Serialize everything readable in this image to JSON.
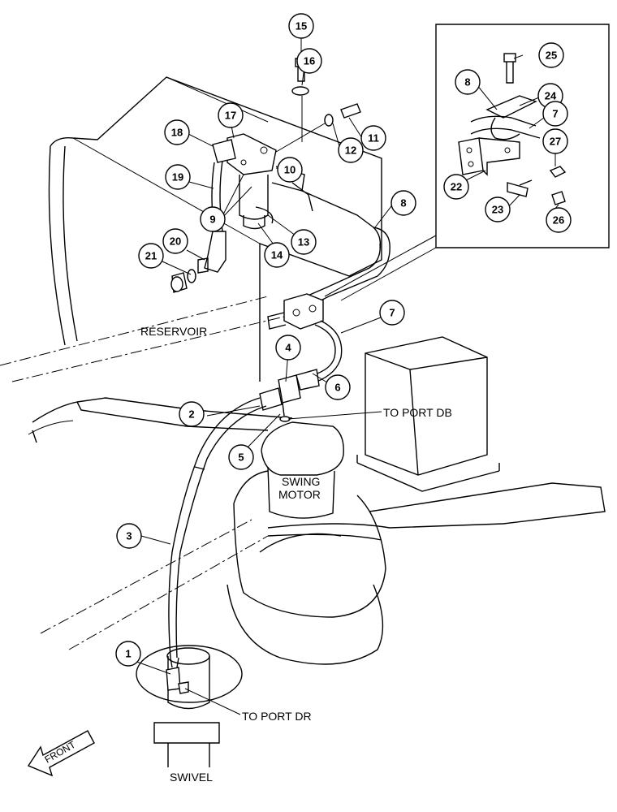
{
  "labels": {
    "reservoir": "RESERVOIR",
    "to_port_db": "TO PORT DB",
    "swing": "SWING",
    "motor": "MOTOR",
    "to_port_dr": "TO PORT DR",
    "swivel": "SWIVEL",
    "front": "FRONT"
  },
  "callouts": [
    {
      "id": "c1",
      "text": "1"
    },
    {
      "id": "c2",
      "text": "2"
    },
    {
      "id": "c3",
      "text": "3"
    },
    {
      "id": "c4",
      "text": "4"
    },
    {
      "id": "c5",
      "text": "5"
    },
    {
      "id": "c6",
      "text": "6"
    },
    {
      "id": "c7",
      "text": "7"
    },
    {
      "id": "c8",
      "text": "8"
    },
    {
      "id": "c9",
      "text": "9"
    },
    {
      "id": "c10",
      "text": "10"
    },
    {
      "id": "c11",
      "text": "11"
    },
    {
      "id": "c12",
      "text": "12"
    },
    {
      "id": "c13",
      "text": "13"
    },
    {
      "id": "c14",
      "text": "14"
    },
    {
      "id": "c15",
      "text": "15"
    },
    {
      "id": "c16",
      "text": "16"
    },
    {
      "id": "c17",
      "text": "17"
    },
    {
      "id": "c18",
      "text": "18"
    },
    {
      "id": "c19",
      "text": "19"
    },
    {
      "id": "c20",
      "text": "20"
    },
    {
      "id": "c21",
      "text": "21"
    },
    {
      "id": "c22",
      "text": "22"
    },
    {
      "id": "c23",
      "text": "23"
    },
    {
      "id": "c24",
      "text": "24"
    },
    {
      "id": "c25",
      "text": "25"
    },
    {
      "id": "c26",
      "text": "26"
    },
    {
      "id": "c27",
      "text": "27"
    },
    {
      "id": "c7b",
      "text": "7"
    },
    {
      "id": "c8b",
      "text": "8"
    }
  ]
}
